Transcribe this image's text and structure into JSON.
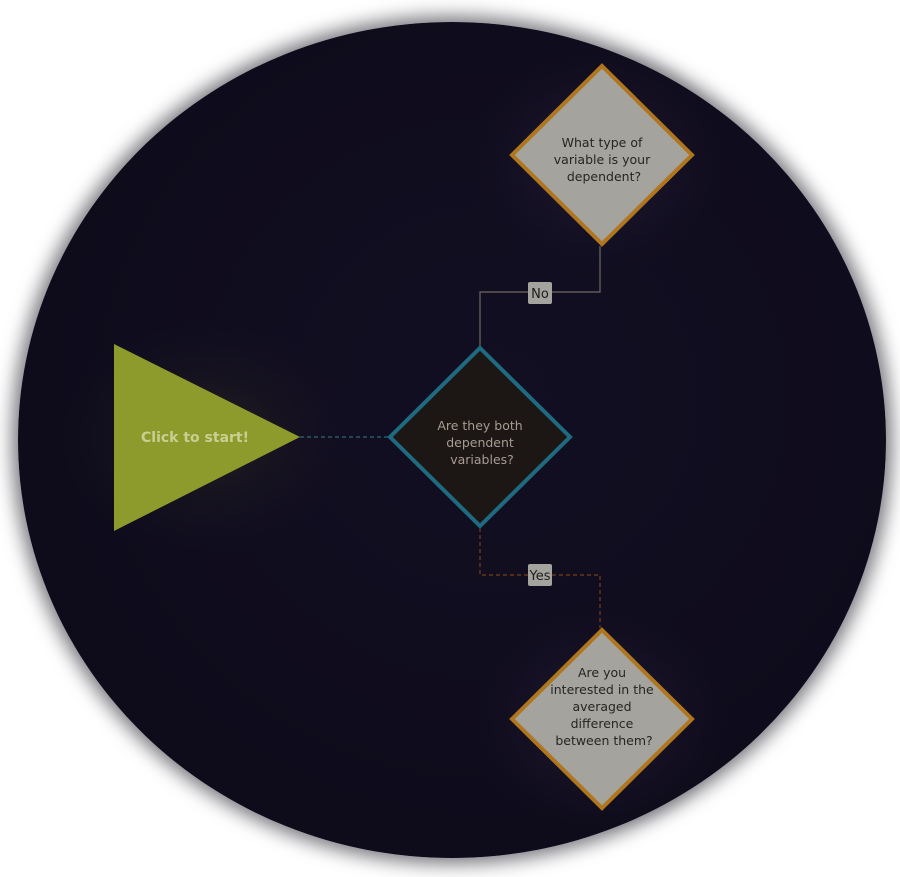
{
  "start_button": {
    "label": "Click to start!",
    "fill": "#8d9b2c",
    "text_color": "#c9cf92"
  },
  "decision_main": {
    "lines": [
      "Are they both",
      "dependent",
      "variables?"
    ],
    "fill": "#1c1714",
    "border": "#1f6a80",
    "text_color": "#a89b90"
  },
  "decision_no": {
    "lines": [
      "What type of",
      "variable is your",
      "dependent?"
    ],
    "fill": "#a5a39e",
    "border": "#b0761e",
    "text_color": "#262521"
  },
  "decision_yes": {
    "lines": [
      "Are you",
      "interested in the",
      "averaged",
      "difference",
      "between them?"
    ],
    "fill": "#a5a39e",
    "border": "#b0761e",
    "text_color": "#262521"
  },
  "edges": {
    "no_label": "No",
    "yes_label": "Yes",
    "label_fill": "#a5a39e",
    "label_text_color": "#1e1d1a",
    "no_line_color": "#6e6a62",
    "yes_line_color": "#7a3e18",
    "start_line_color": "#2e6878"
  }
}
